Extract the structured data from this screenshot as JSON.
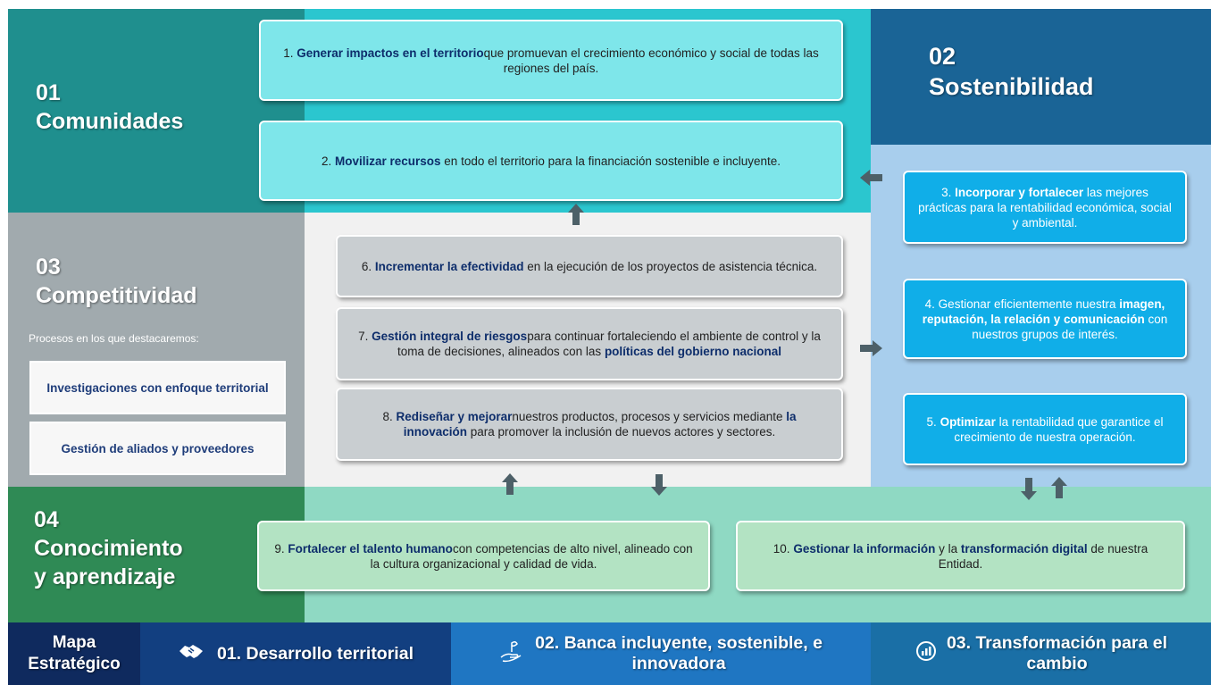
{
  "sections": {
    "comunidades": {
      "num": "01",
      "title": "Comunidades"
    },
    "sostenibilidad": {
      "num": "02",
      "title": "Sostenibilidad"
    },
    "competitividad": {
      "num": "03",
      "title": "Competitividad",
      "subtitle": "Procesos en los que destacaremos:"
    },
    "conocimiento": {
      "num": "04",
      "title_line1": "Conocimiento",
      "title_line2": "y aprendizaje"
    }
  },
  "processes": [
    "Investigaciones con enfoque territorial",
    "Gestión de aliados y proveedores"
  ],
  "objectives": {
    "o1": {
      "n": "1.",
      "bold": "Generar impactos en el territorio",
      "text": "que promuevan el crecimiento económico y social de todas las regiones del país."
    },
    "o2": {
      "n": "2.",
      "bold": "Movilizar recursos",
      "text": " en todo el territorio para la financiación sostenible e incluyente."
    },
    "o3": {
      "n": "3.",
      "bold": "Incorporar y fortalecer",
      "text": " las mejores prácticas para la rentabilidad económica, social y ambiental."
    },
    "o4": {
      "pre": "4. Gestionar eficientemente nuestra ",
      "bold": "imagen, reputación, la relación y comunicación",
      "text": " con nuestros grupos de interés."
    },
    "o5": {
      "n": "5.",
      "bold": "Optimizar",
      "text": " la rentabilidad que garantice el crecimiento de nuestra operación."
    },
    "o6": {
      "n": "6.",
      "bold": "Incrementar la efectividad",
      "text": " en la ejecución de los proyectos de asistencia técnica."
    },
    "o7": {
      "n": "7.",
      "bold": "Gestión integral de riesgos",
      "text": "para continuar fortaleciendo el ambiente de control y la toma de decisiones, alineados con las ",
      "bold2": "políticas del gobierno nacional"
    },
    "o8": {
      "n": "8.",
      "bold": "Rediseñar y mejorar",
      "text": "nuestros productos, procesos y servicios mediante ",
      "bold2": "la innovación",
      "text2": " para promover la inclusión de nuevos actores y sectores."
    },
    "o9": {
      "n": "9.",
      "bold": "Fortalecer el talento humano",
      "text": "con competencias de alto nivel, alineado con la cultura  organizacional y  calidad de vida."
    },
    "o10": {
      "n": "10.",
      "bold": "Gestionar la información",
      "mid": " y la ",
      "bold2": "transformación digital",
      "text": " de nuestra Entidad."
    }
  },
  "footer": {
    "map_line1": "Mapa",
    "map_line2": "Estratégico",
    "p1": "01. Desarrollo territorial",
    "p2_line1": "02. Banca incluyente, sostenible, e",
    "p2_line2": "innovadora",
    "p3_line1": "03. Transformación para el",
    "p3_line2": "cambio"
  },
  "colors": {
    "comunidades": "#1f8f8e",
    "sostenibilidad": "#1a6496",
    "competitividad": "#a1aaae",
    "conocimiento": "#2f8a55",
    "footer_map": "#0f2a5e",
    "footer_p1": "#123f80",
    "footer_p2": "#1f76c2",
    "footer_p3": "#1a6fa6"
  },
  "icons": [
    "handshake-icon",
    "plant-hand-icon",
    "growth-chart-icon"
  ]
}
